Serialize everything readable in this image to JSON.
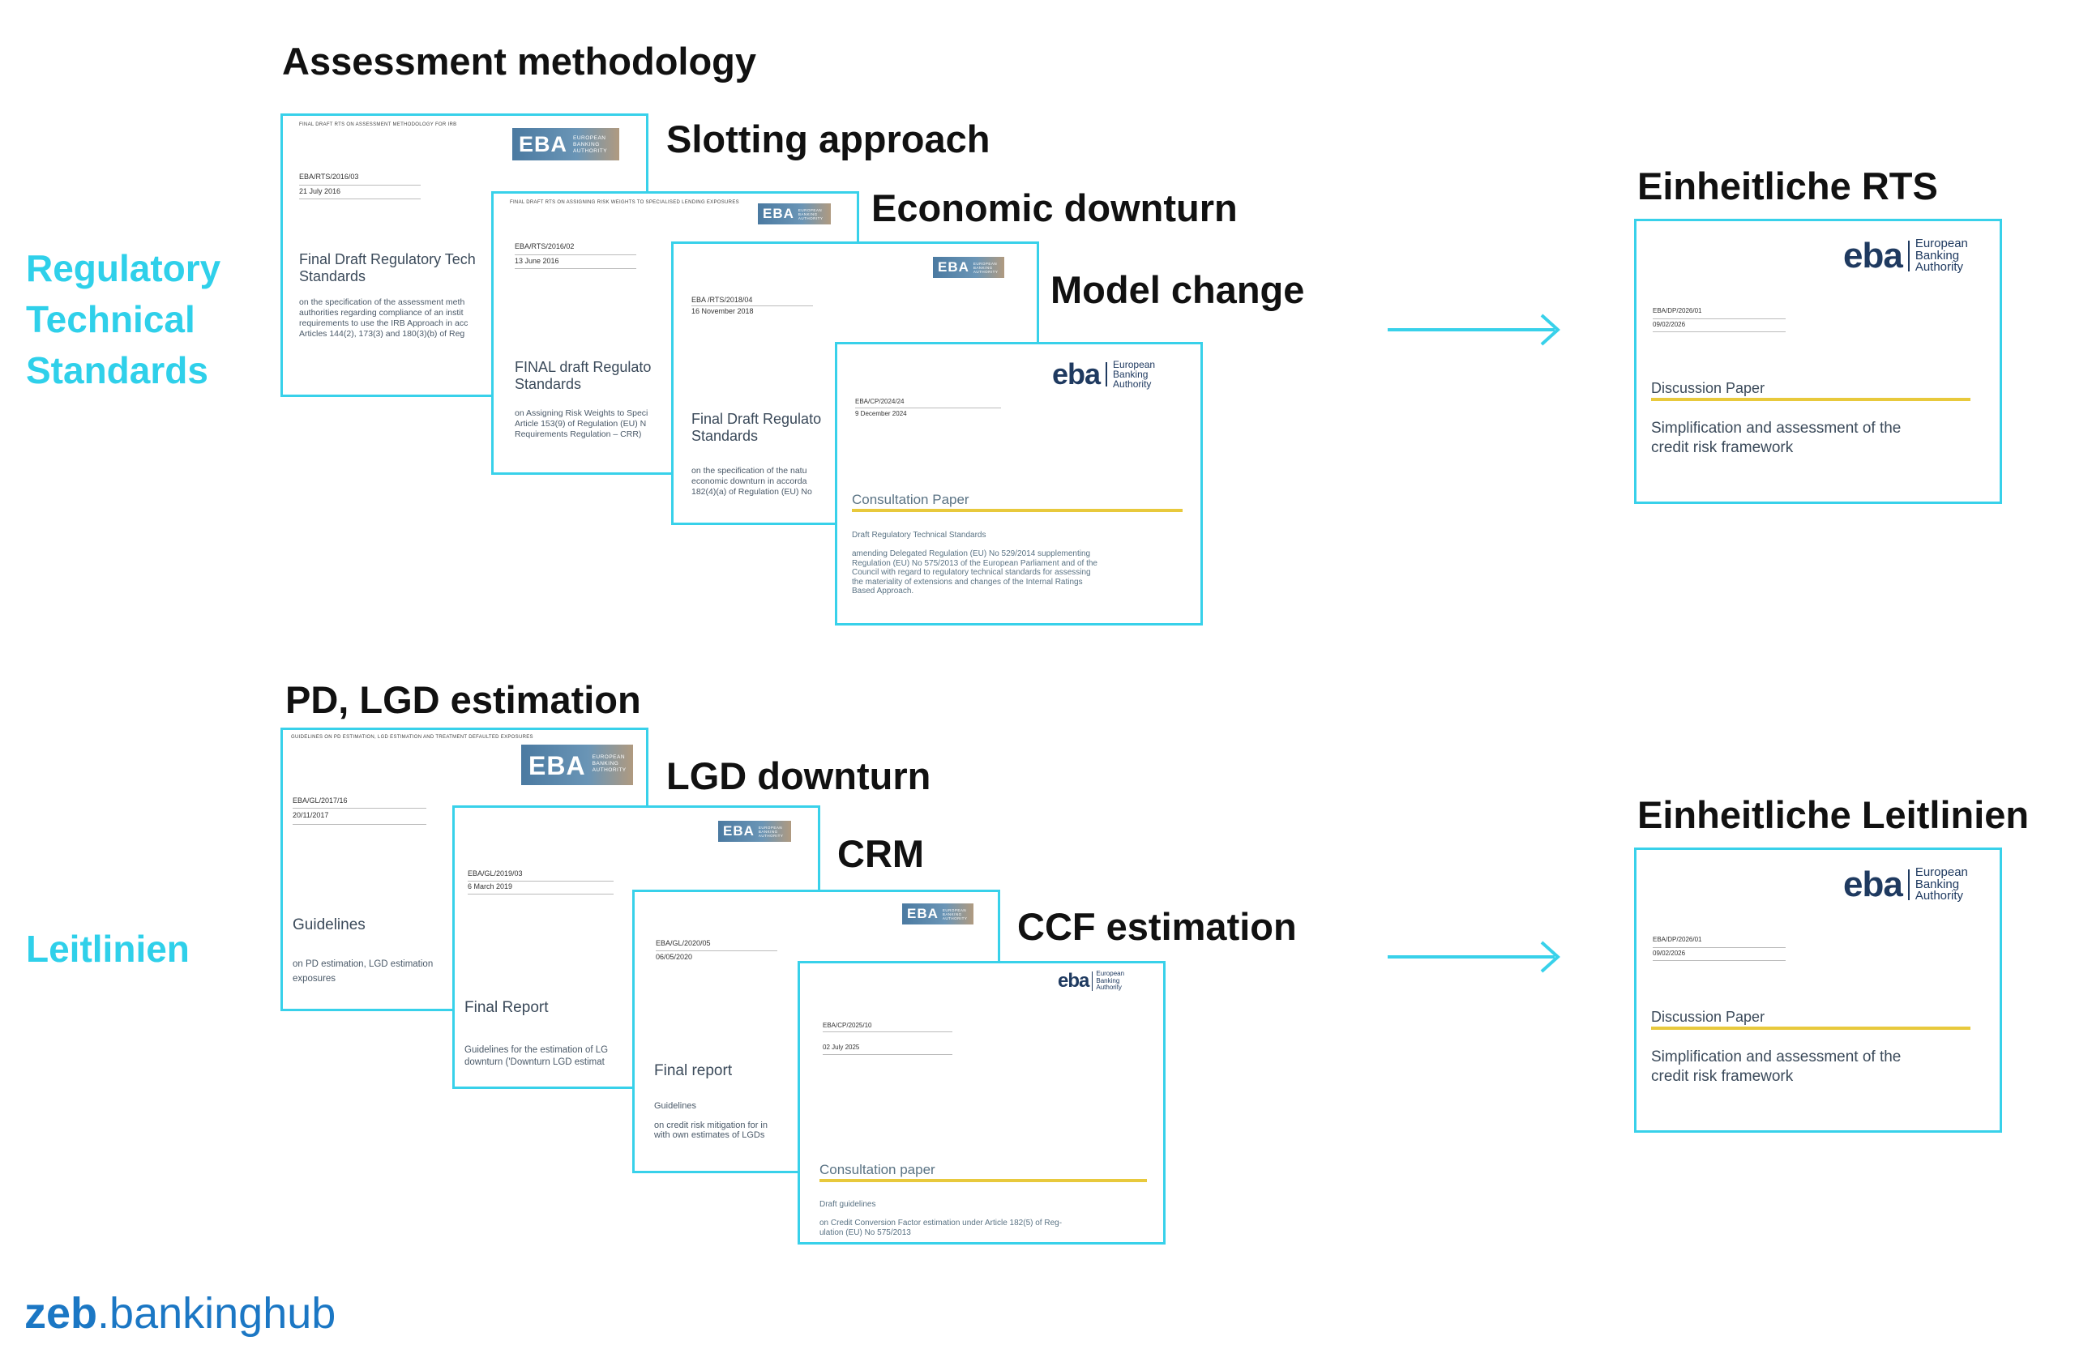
{
  "sections": {
    "rts_label": "Regulatory Technical Standards",
    "rts_lines": [
      "Regulatory",
      "Technical",
      "Standards"
    ],
    "gl_label": "Leitlinien"
  },
  "titles": {
    "assessment": "Assessment methodology",
    "slotting": "Slotting approach",
    "downturn": "Economic downturn",
    "model_change": "Model change",
    "pd_lgd": "PD, LGD estimation",
    "lgd_downturn": "LGD downturn",
    "crm": "CRM",
    "ccf": "CCF estimation",
    "einheit_rts": "Einheitliche RTS",
    "einheit_gl": "Einheitliche Leitlinien"
  },
  "logos": {
    "eba_old_big": "EBA",
    "eba_old_small": [
      "EUROPEAN",
      "BANKING",
      "AUTHORITY"
    ],
    "eba_new_big": "eba",
    "eba_new_small": [
      "European",
      "Banking",
      "Authority"
    ]
  },
  "docs": {
    "rts1": {
      "header": "FINAL DRAFT RTS ON ASSESSMENT METHODOLOGY FOR IRB",
      "ref": "EBA/RTS/2016/03",
      "date": "21 July 2016",
      "title": [
        "Final Draft Regulatory Tech",
        "Standards"
      ],
      "body": [
        "on the specification of the assessment meth",
        "authorities regarding compliance of an instit",
        "requirements to use the IRB Approach in acc",
        "Articles 144(2), 173(3) and 180(3)(b) of Reg"
      ]
    },
    "rts2": {
      "header": "FINAL DRAFT RTS ON ASSIGNING RISK WEIGHTS TO SPECIALISED LENDING EXPOSURES",
      "ref": "EBA/RTS/2016/02",
      "date": "13 June 2016",
      "title": [
        "FINAL draft Regulato",
        "Standards"
      ],
      "body": [
        "on Assigning Risk Weights to Speci",
        "Article 153(9) of Regulation (EU) N",
        "Requirements Regulation – CRR)"
      ]
    },
    "rts3": {
      "ref": "EBA /RTS/2018/04",
      "date": "16 November 2018",
      "title": [
        "Final Draft Regulato",
        "Standards"
      ],
      "body": [
        "on the specification of the natu",
        "economic downturn in accorda",
        "182(4)(a) of Regulation (EU) No"
      ]
    },
    "rts4": {
      "ref": "EBA/CP/2024/24",
      "date": "9 December 2024",
      "title": "Consultation Paper",
      "body": [
        "Draft Regulatory Technical Standards",
        "",
        "amending Delegated Regulation (EU) No 529/2014 supplementing",
        "Regulation (EU) No 575/2013 of the European Parliament and of the",
        "Council with regard to regulatory technical standards for assessing",
        "the materiality of extensions and changes of the Internal Ratings",
        "Based Approach."
      ]
    },
    "gl1": {
      "header": "GUIDELINES ON PD ESTIMATION, LGD ESTIMATION AND TREATMENT DEFAULTED EXPOSURES",
      "ref": "EBA/GL/2017/16",
      "date": "20/11/2017",
      "title": "Guidelines",
      "body": [
        "on PD estimation, LGD estimation",
        "exposures"
      ]
    },
    "gl2": {
      "ref": "EBA/GL/2019/03",
      "date": "6 March 2019",
      "title": "Final Report",
      "body": [
        "Guidelines for the estimation of LG",
        "downturn ('Downturn LGD estimat"
      ]
    },
    "gl3": {
      "ref": "EBA/GL/2020/05",
      "date": "06/05/2020",
      "title": "Final report",
      "body": [
        "Guidelines",
        "",
        "on credit risk mitigation for in",
        "with own estimates of LGDs"
      ]
    },
    "gl4": {
      "ref": "EBA/CP/2025/10",
      "date": "02 July 2025",
      "title": "Consultation paper",
      "body": [
        "Draft guidelines",
        "",
        "on Credit Conversion Factor estimation under Article 182(5) of Reg-",
        "ulation (EU) No 575/2013"
      ]
    },
    "dp_rts": {
      "ref": "EBA/DP/2026/01",
      "date": "09/02/2026",
      "title": "Discussion Paper",
      "body": [
        "Simplification and assessment of the",
        "credit risk framework"
      ]
    },
    "dp_gl": {
      "ref": "EBA/DP/2026/01",
      "date": "09/02/2026",
      "title": "Discussion Paper",
      "body": [
        "Simplification and assessment of the",
        "credit risk framework"
      ]
    }
  },
  "footer": {
    "brand_bold": "zeb",
    "brand_rest": ".bankinghub"
  },
  "colors": {
    "accent": "#2fd0ea",
    "card_border": "#38d1ea",
    "yellow": "#e8c93c",
    "eba_navy": "#1f3a60",
    "footer_blue": "#1b77c4"
  }
}
